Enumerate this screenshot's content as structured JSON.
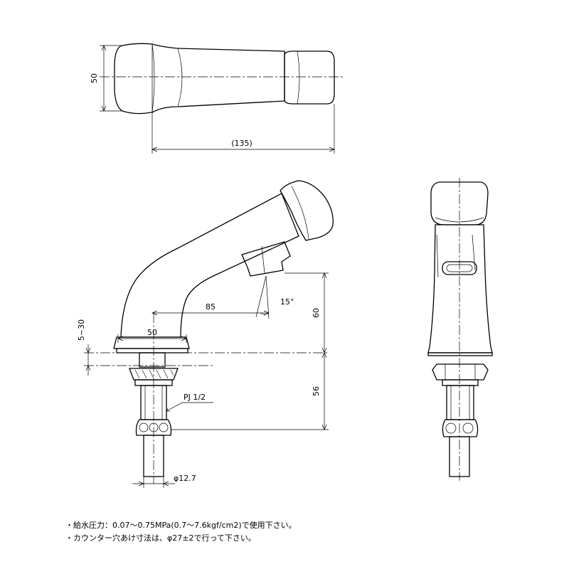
{
  "dimensions": {
    "top_height": "50",
    "top_length": "(135)",
    "spout_reach": "85",
    "angle": "15°",
    "base_width": "50",
    "spout_height": "60",
    "counter_thickness": "5~30",
    "shank_length": "56",
    "thread": "PJ 1/2",
    "pipe_diameter": "φ12.7"
  },
  "notes": [
    "・給水圧力：0.07～0.75MPa(0.7～7.6kgf/cm2)で使用下さい。",
    "・カウンター穴あけ寸法は、φ27±2で行って下さい。"
  ]
}
